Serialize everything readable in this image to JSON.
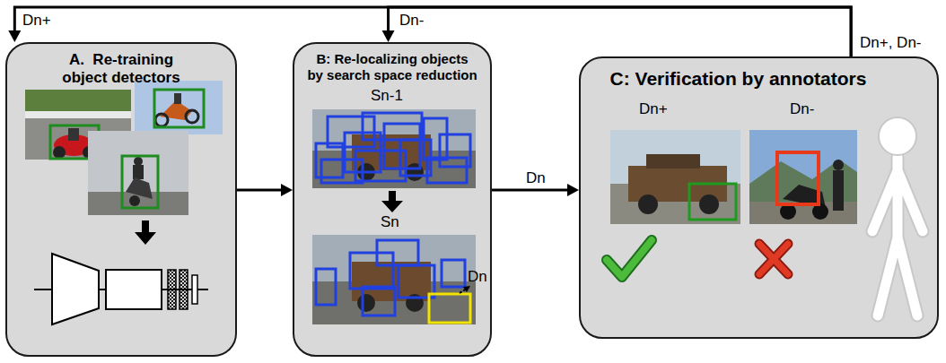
{
  "diagram": {
    "nodes": [
      {
        "text": [
          "A.  Re-training object detectors"
        ]
      },
      {
        "text": [
          "B: Re-localizing objects by search space reduction"
        ]
      },
      {
        "text": [
          "C: Verification by annotators"
        ]
      }
    ],
    "edges": [
      {
        "from": 0,
        "to": 1,
        "arrow": "to"
      },
      {
        "from": 1,
        "to": 2,
        "arrow": "to",
        "label": "Dn"
      },
      {
        "from": 2,
        "to": 0,
        "arrow": "to",
        "label": "Dn+"
      },
      {
        "from": 2,
        "to": 1,
        "arrow": "to",
        "label": "Dn-"
      }
    ],
    "labels": [
      "Dn+, Dn-",
      "Sn-1",
      "Sn",
      "Dn",
      "Dn+",
      "Dn-"
    ]
  }
}
